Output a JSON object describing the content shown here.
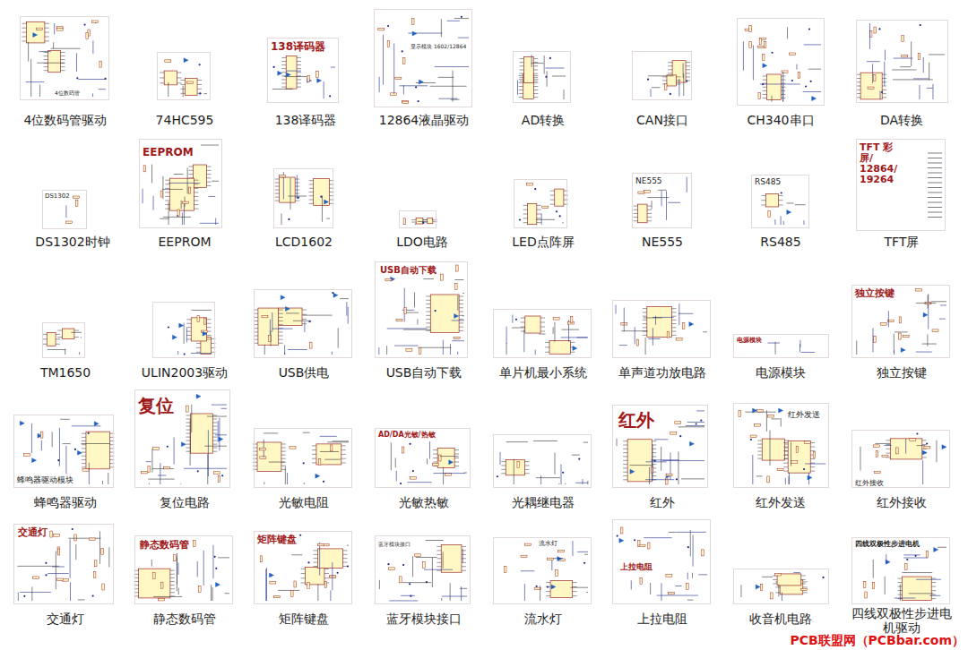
{
  "diagram": {
    "nodes": [
      {
        "text": [
          "4位数码管",
          "4位数码管驱动"
        ]
      },
      {
        "text": [
          "74HC595"
        ]
      },
      {
        "text": [
          "138译码器",
          "138译码器"
        ]
      },
      {
        "text": [
          "显示模块 1602/12864",
          "12864液晶驱动"
        ]
      },
      {
        "text": [
          "AD转换"
        ]
      },
      {
        "text": [
          "CAN接口"
        ]
      },
      {
        "text": [
          "CH340串口"
        ]
      },
      {
        "text": [
          "DA转换"
        ]
      },
      {
        "text": [
          "DS1302",
          "DS1302时钟"
        ]
      },
      {
        "text": [
          "EEPROM",
          "EEPROM"
        ]
      },
      {
        "text": [
          "LCD1602"
        ]
      },
      {
        "text": [
          "LDO电路"
        ]
      },
      {
        "text": [
          "LED点阵屏"
        ]
      },
      {
        "text": [
          "NE555",
          "NE555"
        ]
      },
      {
        "text": [
          "RS485",
          "RS485"
        ]
      },
      {
        "text": [
          "TFT 彩屏/ 12864/ 19264",
          "TFT屏"
        ]
      },
      {
        "text": [
          "TM1650"
        ]
      },
      {
        "text": [
          "ULIN2003驱动"
        ]
      },
      {
        "text": [
          "USB供电"
        ]
      },
      {
        "text": [
          "USB自动下载",
          "USB自动下载"
        ]
      },
      {
        "text": [
          "单片机最小系统"
        ]
      },
      {
        "text": [
          "单声道功放电路"
        ]
      },
      {
        "text": [
          "电源模块",
          "电源模块"
        ]
      },
      {
        "text": [
          "独立按键",
          "独立按键"
        ]
      },
      {
        "text": [
          "蜂鸣器驱动模块",
          "蜂鸣器驱动"
        ]
      },
      {
        "text": [
          "复位",
          "复位电路"
        ]
      },
      {
        "text": [
          "光敏电阻"
        ]
      },
      {
        "text": [
          "AD/DA光敏/热敏",
          "光敏热敏"
        ]
      },
      {
        "text": [
          "光耦继电器"
        ]
      },
      {
        "text": [
          "红外",
          "红外"
        ]
      },
      {
        "text": [
          "红外发送",
          "红外发送"
        ]
      },
      {
        "text": [
          "红外接收",
          "红外接收"
        ]
      },
      {
        "text": [
          "交通灯",
          "交通灯"
        ]
      },
      {
        "text": [
          "静态数码管",
          "静态数码管"
        ]
      },
      {
        "text": [
          "矩阵键盘",
          "矩阵键盘"
        ]
      },
      {
        "text": [
          "蓝牙模块接口",
          "蓝牙模块接口"
        ]
      },
      {
        "text": [
          "流水灯",
          "流水灯"
        ]
      },
      {
        "text": [
          "上拉电阻",
          "上拉电阻"
        ]
      },
      {
        "text": [
          "收音机电路"
        ]
      },
      {
        "text": [
          "四线双极性步进电机",
          "四线双极性步进电机驱动"
        ]
      }
    ],
    "labels": [
      "PCB联盟网（PCBbar.com）"
    ]
  }
}
